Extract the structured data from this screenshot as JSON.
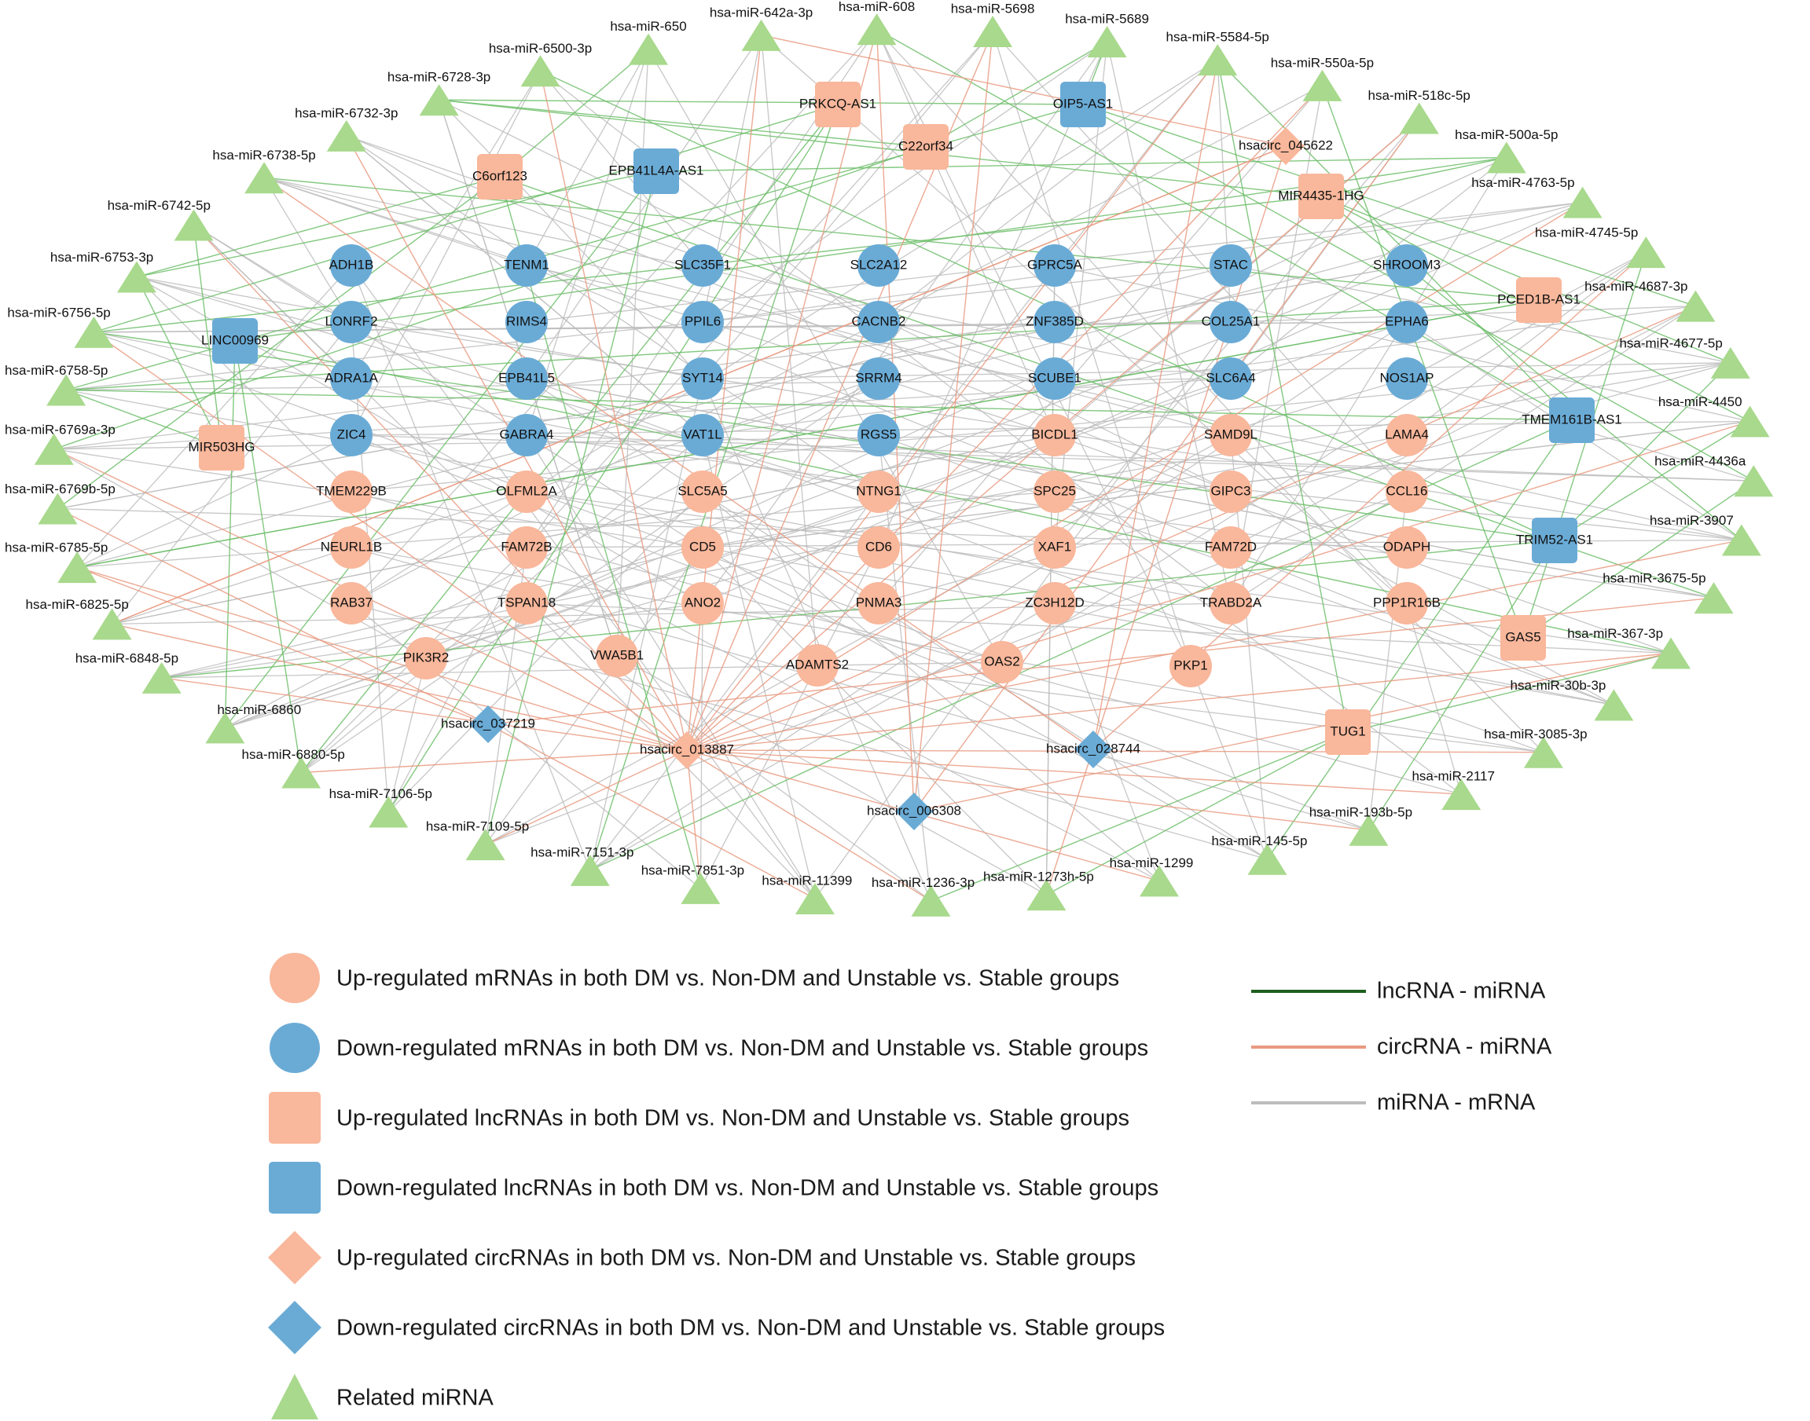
{
  "colors": {
    "up": "#F9B79B",
    "down": "#6AABD6",
    "mirna": "#A8D98C",
    "edge_lnc": "#6DBE6A",
    "edge_circ": "#E99A80",
    "edge_mrna": "#BDBDBD",
    "legend_lnc_line": "#1D5E1D"
  },
  "legend": {
    "nodes": [
      {
        "shape": "circle",
        "color": "#F9B79B",
        "label": "Up-regulated mRNAs in both DM vs. Non-DM and Unstable vs. Stable groups"
      },
      {
        "shape": "circle",
        "color": "#6AABD6",
        "label": "Down-regulated mRNAs in both DM vs. Non-DM and Unstable vs. Stable groups"
      },
      {
        "shape": "square",
        "color": "#F9B79B",
        "label": "Up-regulated lncRNAs in both DM vs. Non-DM and Unstable vs. Stable groups"
      },
      {
        "shape": "square",
        "color": "#6AABD6",
        "label": "Down-regulated lncRNAs in both DM vs. Non-DM and Unstable vs. Stable groups"
      },
      {
        "shape": "diamond",
        "color": "#F9B79B",
        "label": "Up-regulated circRNAs in both DM vs. Non-DM and Unstable vs. Stable groups"
      },
      {
        "shape": "diamond",
        "color": "#6AABD6",
        "label": "Down-regulated circRNAs in both DM vs. Non-DM and Unstable vs. Stable groups"
      },
      {
        "shape": "triangle",
        "color": "#A8D98C",
        "label": "Related miRNA"
      }
    ],
    "edges": [
      {
        "color": "#1D5E1D",
        "label": "lncRNA - miRNA"
      },
      {
        "color": "#E99A80",
        "label": "circRNA - miRNA"
      },
      {
        "color": "#BDBDBD",
        "label": "miRNA - mRNA"
      }
    ]
  },
  "network": {
    "mirnas": [
      "hsa-miR-5698",
      "hsa-miR-5689",
      "hsa-miR-5584-5p",
      "hsa-miR-550a-5p",
      "hsa-miR-518c-5p",
      "hsa-miR-500a-5p",
      "hsa-miR-4763-5p",
      "hsa-miR-4745-5p",
      "hsa-miR-4687-3p",
      "hsa-miR-4677-5p",
      "hsa-miR-4450",
      "hsa-miR-4436a",
      "hsa-miR-3907",
      "hsa-miR-3675-5p",
      "hsa-miR-367-3p",
      "hsa-miR-30b-3p",
      "hsa-miR-3085-3p",
      "hsa-miR-2117",
      "hsa-miR-193b-5p",
      "hsa-miR-145-5p",
      "hsa-miR-1299",
      "hsa-miR-1273h-5p",
      "hsa-miR-1236-3p",
      "hsa-miR-11399",
      "hsa-miR-7851-3p",
      "hsa-miR-7151-3p",
      "hsa-miR-7109-5p",
      "hsa-miR-7106-5p",
      "hsa-miR-6880-5p",
      "hsa-miR-6860",
      "hsa-miR-6848-5p",
      "hsa-miR-6825-5p",
      "hsa-miR-6785-5p",
      "hsa-miR-6769b-5p",
      "hsa-miR-6769a-3p",
      "hsa-miR-6758-5p",
      "hsa-miR-6756-5p",
      "hsa-miR-6753-3p",
      "hsa-miR-6742-5p",
      "hsa-miR-6738-5p",
      "hsa-miR-6732-3p",
      "hsa-miR-6728-3p",
      "hsa-miR-6500-3p",
      "hsa-miR-650",
      "hsa-miR-642a-3p",
      "hsa-miR-608"
    ],
    "lncrnas_up": [
      "PRKCQ-AS1",
      "C22orf34",
      "C6orf123",
      "MIR4435-1HG",
      "PCED1B-AS1",
      "MIR503HG",
      "GAS5",
      "TUG1"
    ],
    "lncrnas_down": [
      "OIP5-AS1",
      "EPB41L4A-AS1",
      "LINC00969",
      "TMEM161B-AS1",
      "TRIM52-AS1"
    ],
    "circrnas_up": [
      "hsacirc_045622",
      "hsacirc_013887"
    ],
    "circrnas_down": [
      "hsacirc_037219",
      "hsacirc_028744",
      "hsacirc_006308"
    ],
    "mrnas_down": [
      "ADH1B",
      "TENM1",
      "SLC35F1",
      "SLC2A12",
      "GPRC5A",
      "STAC",
      "SHROOM3",
      "LONRF2",
      "RIMS4",
      "PPIL6",
      "CACNB2",
      "ZNF385D",
      "COL25A1",
      "EPHA6",
      "ADRA1A",
      "EPB41L5",
      "SYT14",
      "SRRM4",
      "SCUBE1",
      "SLC6A4",
      "NOS1AP",
      "ZIC4",
      "GABRA4",
      "VAT1L",
      "RGS5"
    ],
    "mrnas_up": [
      "BICDL1",
      "SAMD9L",
      "LAMA4",
      "TMEM229B",
      "OLFML2A",
      "SLC5A5",
      "NTNG1",
      "SPC25",
      "GIPC3",
      "CCL16",
      "NEURL1B",
      "FAM72B",
      "CD5",
      "CD6",
      "XAF1",
      "FAM72D",
      "ODAPH",
      "RAB37",
      "TSPAN18",
      "ANO2",
      "PNMA3",
      "ZC3H12D",
      "TRABD2A",
      "PPP1R16B",
      "PIK3R2",
      "VWA5B1",
      "ADAMTS2",
      "OAS2",
      "PKP1"
    ]
  }
}
